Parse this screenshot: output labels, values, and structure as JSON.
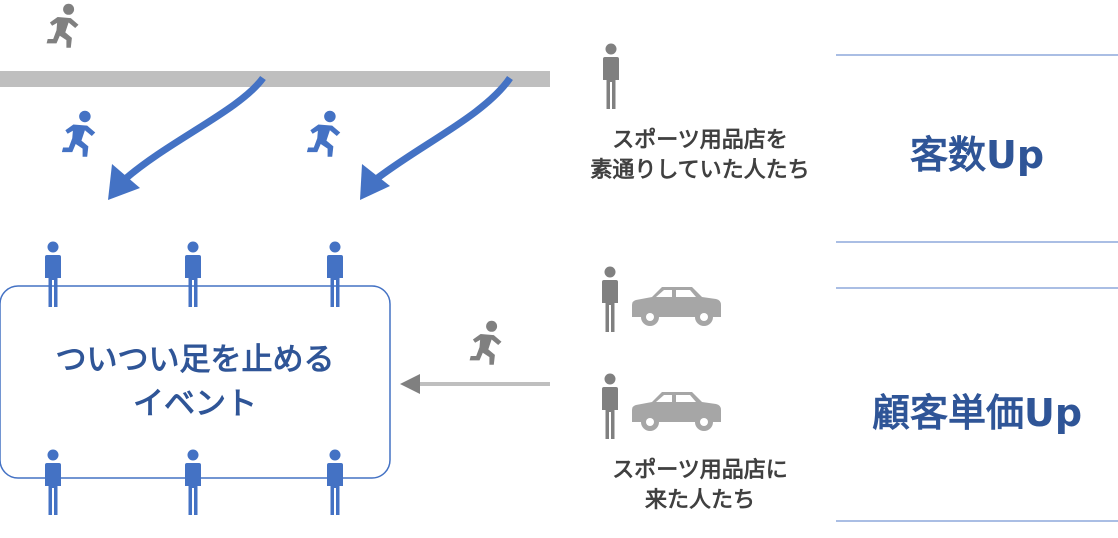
{
  "colors": {
    "blue": "#4472C4",
    "dark_blue": "#2F5597",
    "gray": "#808080",
    "road": "#BFBFBF",
    "car": "#A6A6A6",
    "text_gray": "#404040",
    "rule": "#8EA9DB"
  },
  "icons": {
    "runner": "running-person-icon",
    "person": "standing-person-icon",
    "car": "car-icon",
    "arrow": "curved-arrow-icon"
  },
  "passersby": {
    "caption_line1": "スポーツ用品店を",
    "caption_line2": "素通りしていた人たち"
  },
  "visitors": {
    "caption_line1": "スポーツ用品店に",
    "caption_line2": "来た人たち"
  },
  "event": {
    "line1": "ついつい足を止める",
    "line2": "イベント"
  },
  "metrics": {
    "customers_up": "客数Up",
    "unit_price_up": "顧客単価Up"
  }
}
